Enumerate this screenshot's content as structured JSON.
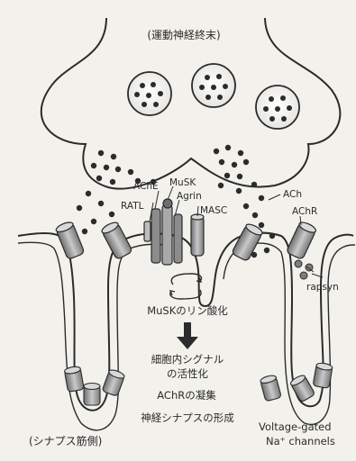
{
  "labels": {
    "terminal": "(運動神経終末)",
    "ache": "AChE",
    "musk": "MuSK",
    "agrin": "Agrin",
    "ratl": "RATL",
    "masc": "MASC",
    "ach": "ACh",
    "achr": "AChR",
    "rapsyn": "rapsyn",
    "musk_phos": "MuSKのリン酸化",
    "signal_line1": "細胞内シグナル",
    "signal_line2": "の活性化",
    "achr_cluster": "AChRの凝集",
    "synapse_form": "神経シナプスの形成",
    "muscle_side": "(シナプス筋側)",
    "nav_line1": "Voltage-gated",
    "nav_line2": "Na⁺ channels"
  },
  "colors": {
    "background": "#f2f1ec",
    "ink": "#2b2b2b",
    "protein_fill": "#8c8c8c",
    "receptor_fill": "#a9a9a9"
  }
}
